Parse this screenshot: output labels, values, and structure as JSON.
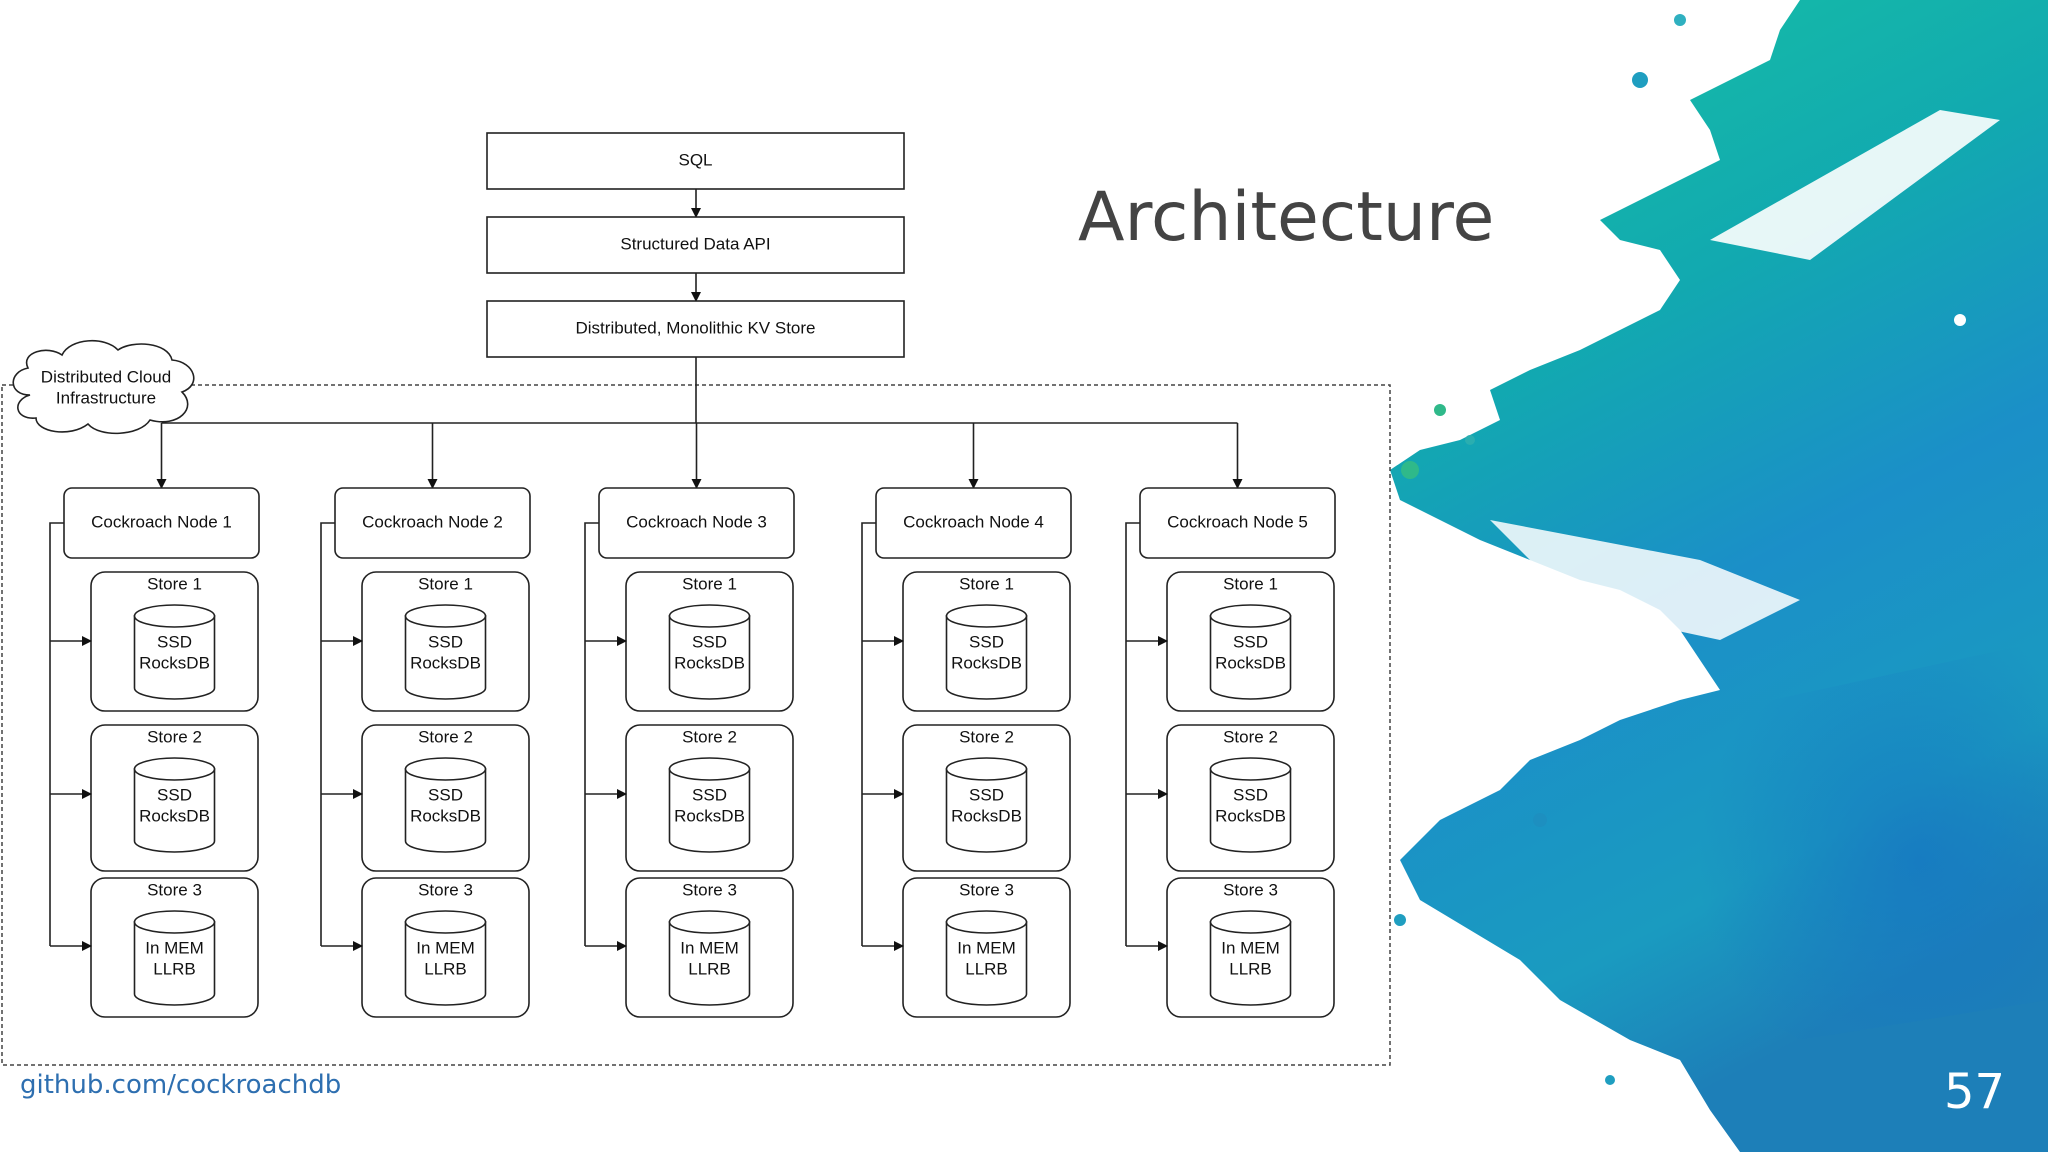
{
  "slide": {
    "title": "Architecture",
    "link_text": "github.com/cockroachdb",
    "page_number": "57"
  },
  "diagram": {
    "layers": [
      "SQL",
      "Structured Data API",
      "Distributed, Monolithic KV Store"
    ],
    "cloud_label": [
      "Distributed Cloud",
      "Infrastructure"
    ],
    "nodes": [
      {
        "name": "Cockroach Node 1",
        "stores": [
          {
            "label": "Store 1",
            "db": [
              "SSD",
              "RocksDB"
            ]
          },
          {
            "label": "Store 2",
            "db": [
              "SSD",
              "RocksDB"
            ]
          },
          {
            "label": "Store 3",
            "db": [
              "In MEM",
              "LLRB"
            ]
          }
        ]
      },
      {
        "name": "Cockroach Node 2",
        "stores": [
          {
            "label": "Store 1",
            "db": [
              "SSD",
              "RocksDB"
            ]
          },
          {
            "label": "Store 2",
            "db": [
              "SSD",
              "RocksDB"
            ]
          },
          {
            "label": "Store 3",
            "db": [
              "In MEM",
              "LLRB"
            ]
          }
        ]
      },
      {
        "name": "Cockroach Node 3",
        "stores": [
          {
            "label": "Store 1",
            "db": [
              "SSD",
              "RocksDB"
            ]
          },
          {
            "label": "Store 2",
            "db": [
              "SSD",
              "RocksDB"
            ]
          },
          {
            "label": "Store 3",
            "db": [
              "In MEM",
              "LLRB"
            ]
          }
        ]
      },
      {
        "name": "Cockroach Node 4",
        "stores": [
          {
            "label": "Store 1",
            "db": [
              "SSD",
              "RocksDB"
            ]
          },
          {
            "label": "Store 2",
            "db": [
              "SSD",
              "RocksDB"
            ]
          },
          {
            "label": "Store 3",
            "db": [
              "In MEM",
              "LLRB"
            ]
          }
        ]
      },
      {
        "name": "Cockroach Node 5",
        "stores": [
          {
            "label": "Store 1",
            "db": [
              "SSD",
              "RocksDB"
            ]
          },
          {
            "label": "Store 2",
            "db": [
              "SSD",
              "RocksDB"
            ]
          },
          {
            "label": "Store 3",
            "db": [
              "In MEM",
              "LLRB"
            ]
          }
        ]
      }
    ]
  },
  "colors": {
    "title": "#444444",
    "link": "#2e6fb0",
    "paint_teal": "#12a9a0",
    "paint_blue": "#1f7fc0",
    "paint_green": "#3fbf7a"
  }
}
